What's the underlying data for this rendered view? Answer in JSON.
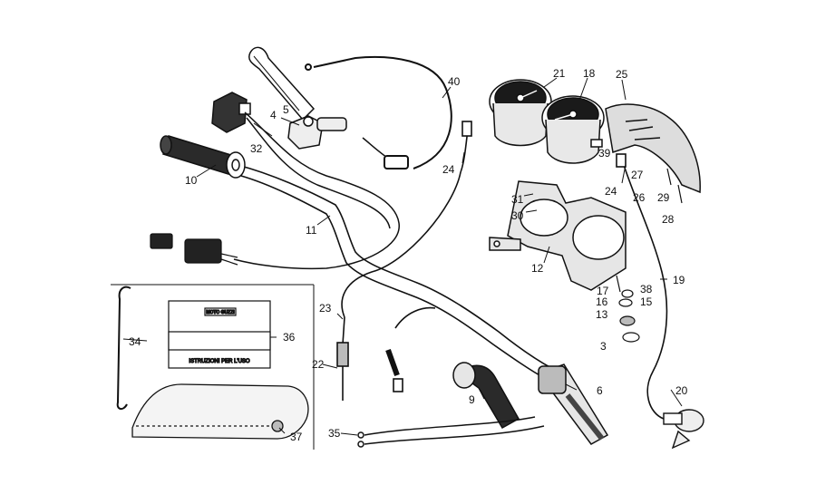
{
  "diagram": {
    "callouts": {
      "n40": "40",
      "n4": "4",
      "n5": "5",
      "n32": "32",
      "n10": "10",
      "n24a": "24",
      "n11": "11",
      "n21": "21",
      "n18": "18",
      "n25": "25",
      "n39": "39",
      "n27": "27",
      "n24b": "24",
      "n26": "26",
      "n29": "29",
      "n28": "28",
      "n31": "31",
      "n30": "30",
      "n12": "12",
      "n17": "17",
      "n38": "38",
      "n16": "16",
      "n15": "15",
      "n13": "13",
      "n3": "3",
      "n19": "19",
      "n23": "23",
      "n34": "34",
      "n36": "36",
      "n22": "22",
      "n9": "9",
      "n6": "6",
      "n20": "20",
      "n35": "35",
      "n37": "37"
    },
    "booklet": {
      "caption": "ISTRUZIONI PER L'USO",
      "logo": "MOTO GUZZI"
    }
  }
}
